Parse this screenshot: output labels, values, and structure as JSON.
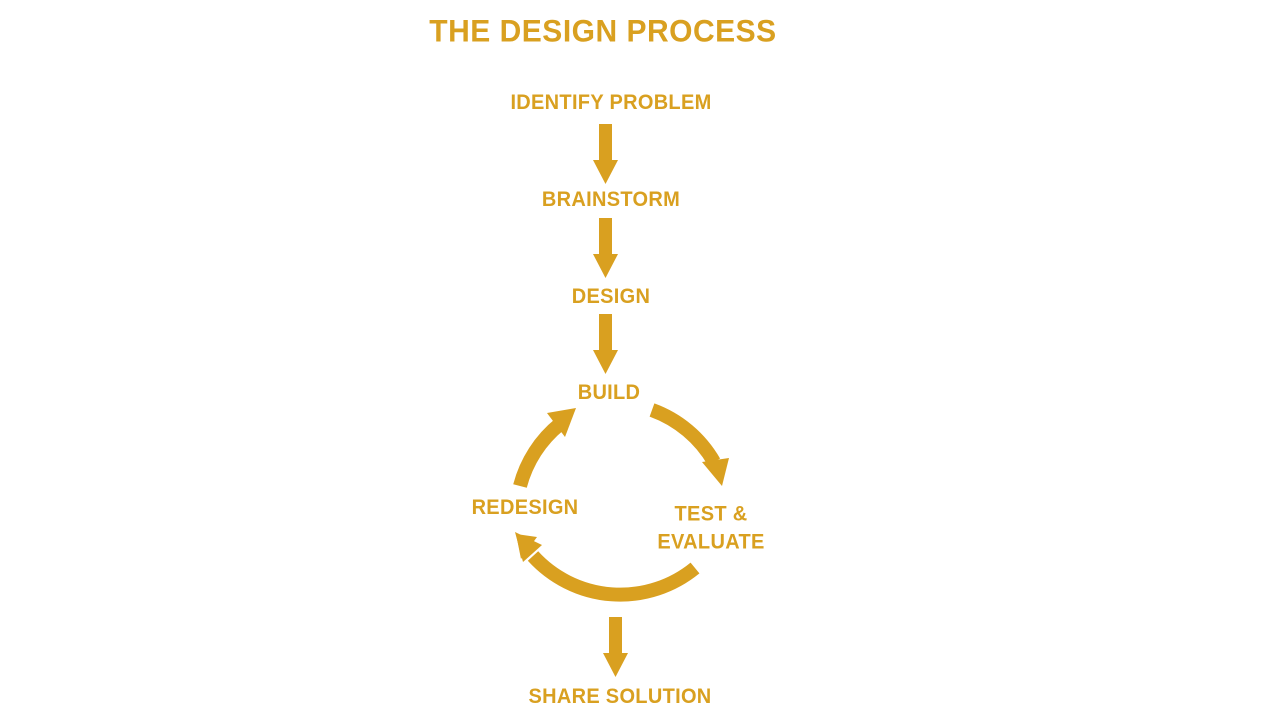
{
  "title": "THE DESIGN PROCESS",
  "steps": {
    "identify": "IDENTIFY PROBLEM",
    "brainstorm": "BRAINSTORM",
    "design": "DESIGN",
    "build": "BUILD",
    "test_line1": "TEST &",
    "test_line2": "EVALUATE",
    "redesign": "REDESIGN",
    "share": "SHARE SOLUTION"
  },
  "colors": {
    "accent": "#d9a020",
    "background": "#ffffff"
  }
}
